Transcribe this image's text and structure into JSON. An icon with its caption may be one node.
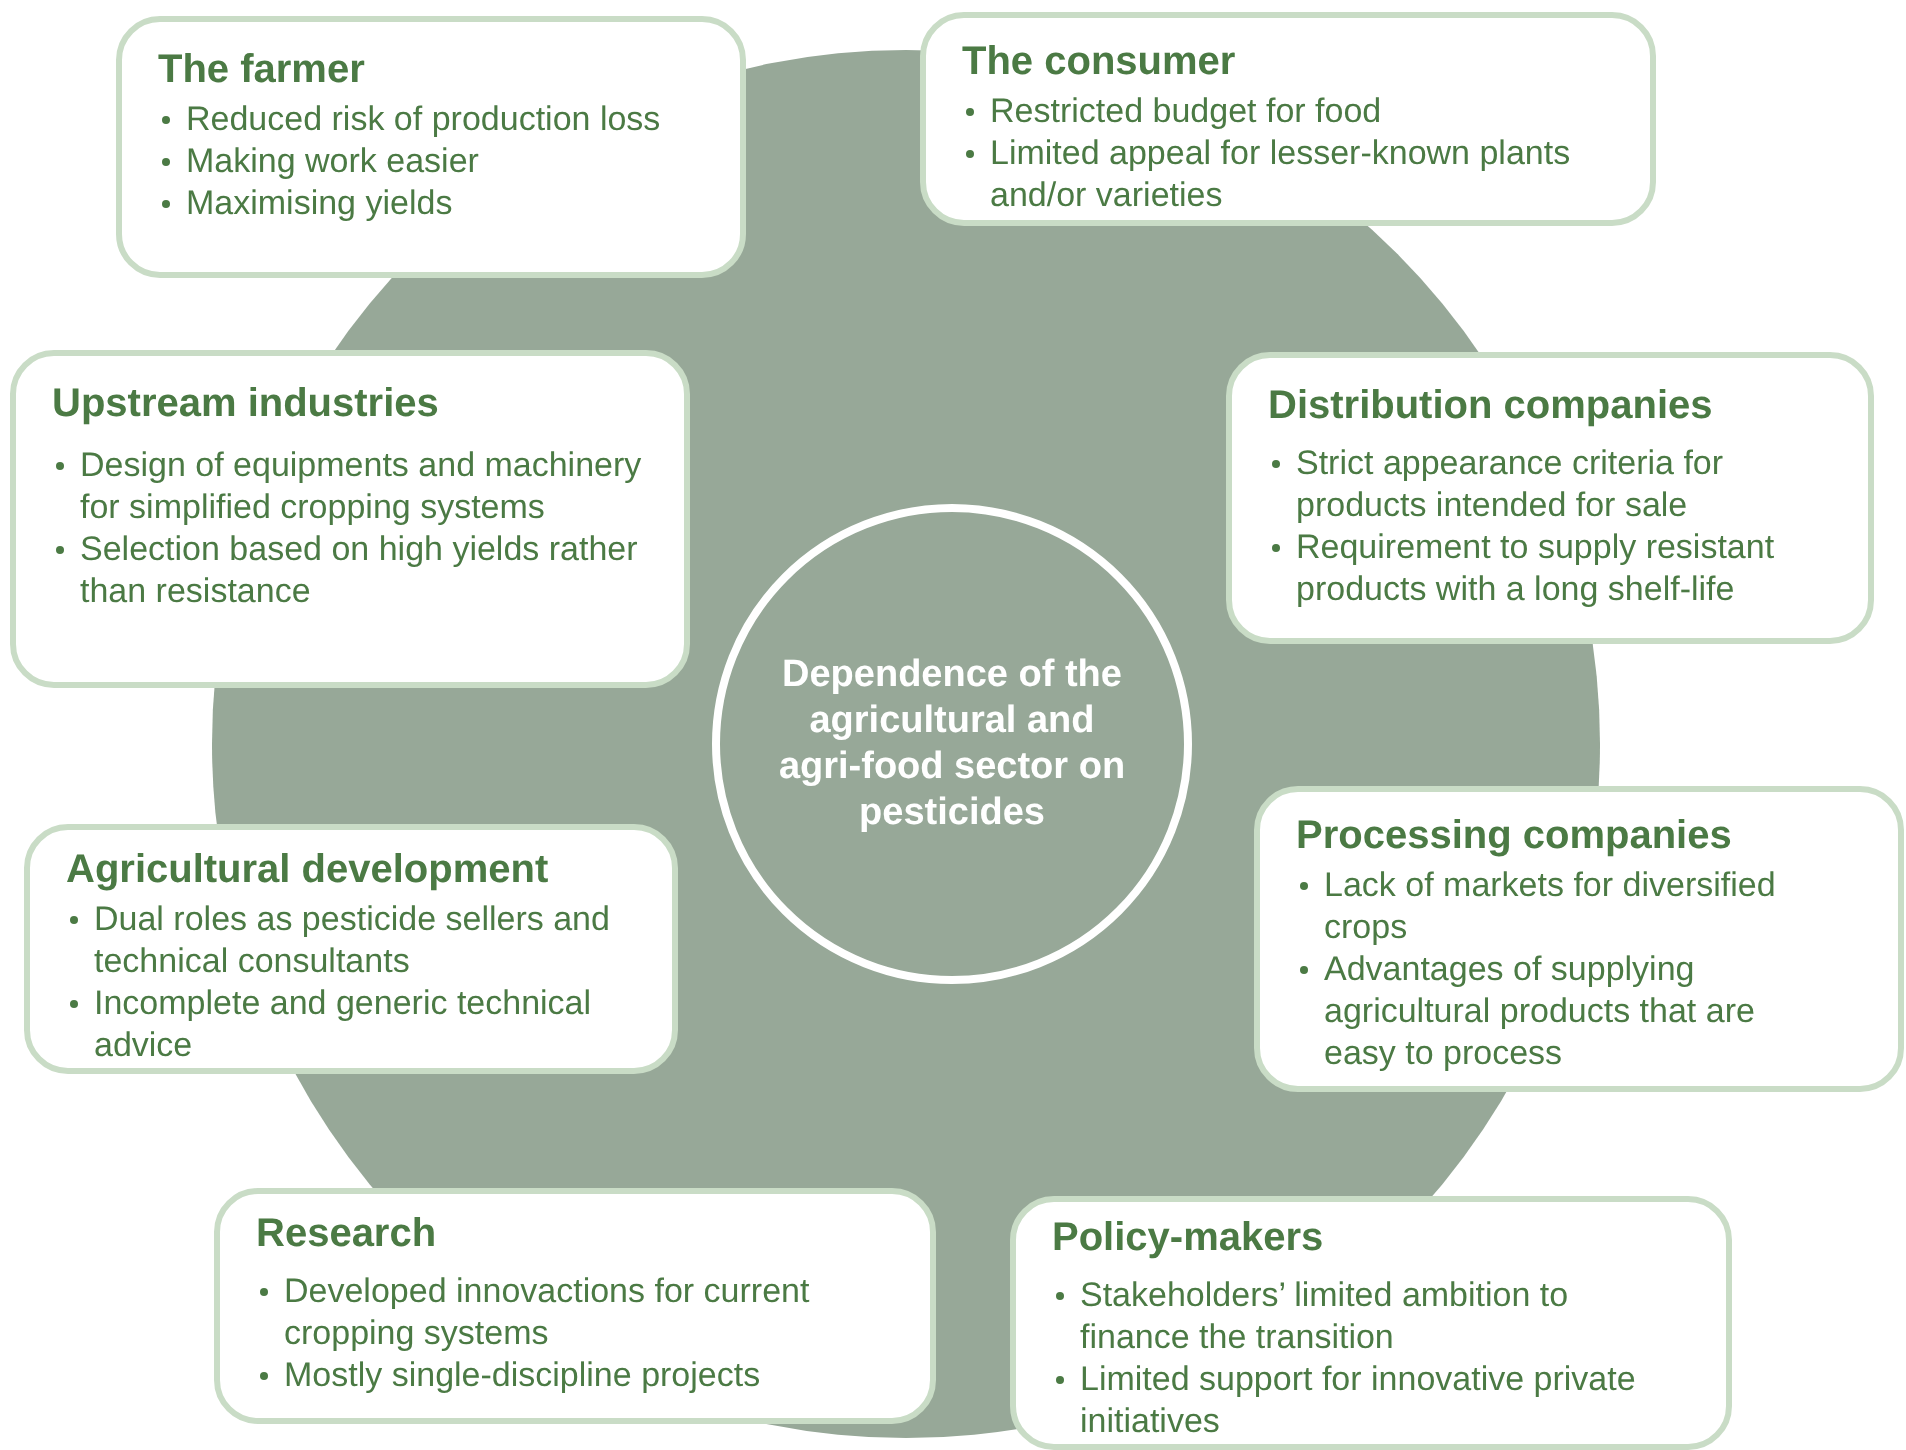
{
  "diagram": {
    "nodes": [
      {
        "text": [
          "Dependence of the agricultural and agri-food sector on pesticides"
        ]
      },
      {
        "text": [
          "The farmer",
          "Reduced risk of production loss",
          "Making work easier",
          "Maximising yields"
        ]
      },
      {
        "text": [
          "The consumer",
          "Restricted budget for food",
          "Limited appeal for lesser-known plants and/or varieties"
        ]
      },
      {
        "text": [
          "Upstream industries",
          "Design of equipments and machinery for simplified cropping systems",
          "Selection based on high yields rather than resistance"
        ]
      },
      {
        "text": [
          "Distribution companies",
          "Strict appearance criteria for products intended for sale",
          "Requirement to supply resistant products with a long shelf-life"
        ]
      },
      {
        "text": [
          "Agricultural development",
          "Dual roles as pesticide sellers and technical consultants",
          "Incomplete and generic technical advice"
        ]
      },
      {
        "text": [
          "Processing companies",
          "Lack of markets for diversified crops",
          "Advantages of supplying agricultural products that are easy to process"
        ]
      },
      {
        "text": [
          "Research",
          "Developed innovactions for current cropping systems",
          "Mostly single-discipline projects"
        ]
      },
      {
        "text": [
          "Policy-makers",
          "Stakeholders’ limited ambition to finance the transition",
          "Limited support for innovative private initiatives"
        ]
      }
    ]
  }
}
